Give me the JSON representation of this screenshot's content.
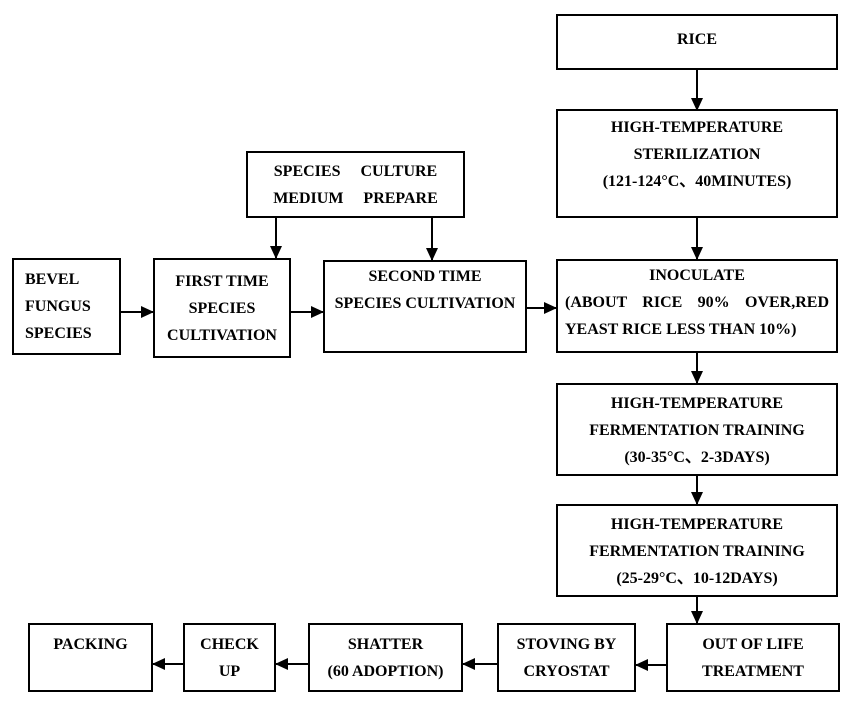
{
  "page": {
    "background": "#ffffff"
  },
  "colors": {
    "box_border": "#000000",
    "text": "#000000",
    "arrow": "#000000"
  },
  "flowchart": {
    "boxes": {
      "rice": {
        "lines": [
          "RICE"
        ]
      },
      "sterilization": {
        "lines": [
          "HIGH-TEMPERATURE",
          "STERILIZATION",
          "(121-124°C、40MINUTES)"
        ]
      },
      "species_culture_medium": {
        "lines": [
          "SPECIES CULTURE",
          "MEDIUM PREPARE"
        ]
      },
      "bevel_fungus": {
        "lines": [
          "BEVEL",
          "FUNGUS",
          "SPECIES"
        ]
      },
      "first_time": {
        "lines": [
          "FIRST TIME",
          "SPECIES",
          "CULTIVATION"
        ]
      },
      "second_time": {
        "lines": [
          "SECOND TIME",
          "SPECIES CULTIVATION"
        ]
      },
      "inoculate": {
        "lines": [
          "INOCULATE",
          "(ABOUT RICE 90% OVER,RED",
          "YEAST RICE LESS THAN 10%)"
        ]
      },
      "fermentation_1": {
        "lines": [
          "HIGH-TEMPERATURE",
          "FERMENTATION TRAINING",
          "(30-35°C、2-3DAYS)"
        ]
      },
      "fermentation_2": {
        "lines": [
          "HIGH-TEMPERATURE",
          "FERMENTATION TRAINING",
          "(25-29°C、10-12DAYS)"
        ]
      },
      "out_of_life": {
        "lines": [
          "OUT OF LIFE",
          "TREATMENT"
        ]
      },
      "stoving": {
        "lines": [
          "STOVING BY",
          "CRYOSTAT"
        ]
      },
      "shatter": {
        "lines": [
          "SHATTER",
          "(60 ADOPTION)"
        ]
      },
      "check_up": {
        "lines": [
          "CHECK",
          "UP"
        ]
      },
      "packing": {
        "lines": [
          "PACKING"
        ]
      }
    },
    "edges": [
      {
        "from": "rice",
        "to": "sterilization",
        "direction": "down"
      },
      {
        "from": "sterilization",
        "to": "inoculate",
        "direction": "down"
      },
      {
        "from": "species_culture_medium",
        "to": "first_time",
        "direction": "down"
      },
      {
        "from": "species_culture_medium",
        "to": "second_time",
        "direction": "down"
      },
      {
        "from": "bevel_fungus",
        "to": "first_time",
        "direction": "right"
      },
      {
        "from": "first_time",
        "to": "second_time",
        "direction": "right"
      },
      {
        "from": "second_time",
        "to": "inoculate",
        "direction": "right"
      },
      {
        "from": "inoculate",
        "to": "fermentation_1",
        "direction": "down"
      },
      {
        "from": "fermentation_1",
        "to": "fermentation_2",
        "direction": "down"
      },
      {
        "from": "fermentation_2",
        "to": "out_of_life",
        "direction": "down"
      },
      {
        "from": "out_of_life",
        "to": "stoving",
        "direction": "left"
      },
      {
        "from": "stoving",
        "to": "shatter",
        "direction": "left"
      },
      {
        "from": "shatter",
        "to": "check_up",
        "direction": "left"
      },
      {
        "from": "check_up",
        "to": "packing",
        "direction": "left"
      }
    ]
  }
}
